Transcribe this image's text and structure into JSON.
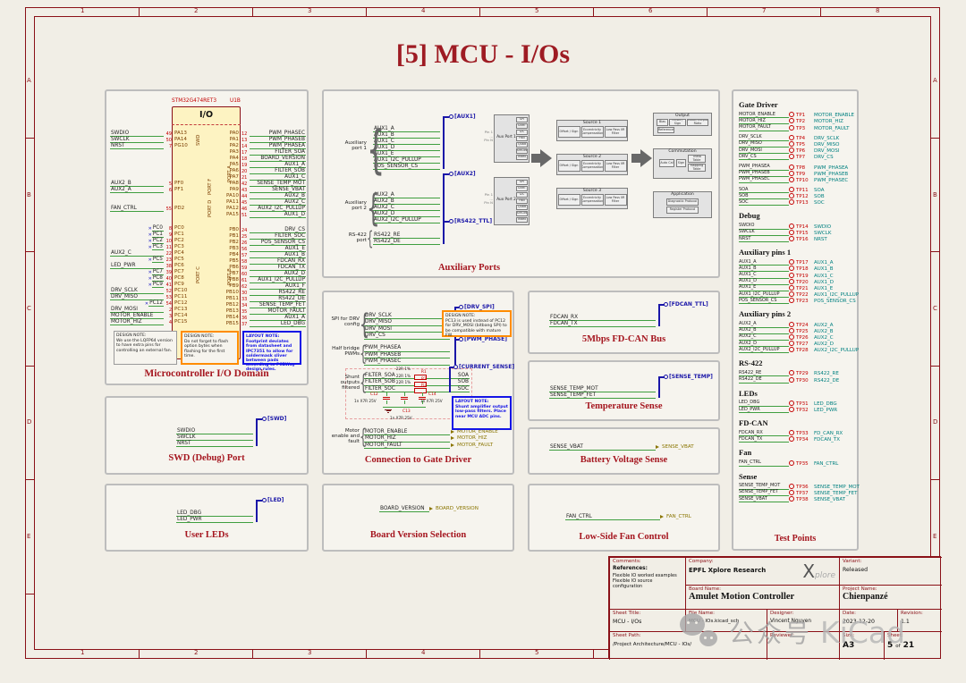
{
  "page": {
    "title": "[5] MCU - I/Os"
  },
  "frame": {
    "columns": [
      "1",
      "2",
      "3",
      "4",
      "5",
      "6",
      "7",
      "8"
    ],
    "rows": [
      "A",
      "B",
      "C",
      "D",
      "E"
    ]
  },
  "colors": {
    "wire_green": "#3f9e3f",
    "bus_blue": "#1a16a8",
    "pin_red": "#c40000",
    "title_red": "#a5161f",
    "hier_output_olive": "#8a7500",
    "tp_teal": "#008080"
  },
  "blocks": {
    "mcu": {
      "title": "Microcontroller I/O Domain"
    },
    "aux": {
      "title": "Auxiliary Ports"
    },
    "gate": {
      "title": "Connection to Gate Driver"
    },
    "swd": {
      "title": "SWD (Debug) Port"
    },
    "leds": {
      "title": "User LEDs"
    },
    "board": {
      "title": "Board Version Selection"
    },
    "fdcan": {
      "title": "5Mbps FD-CAN Bus"
    },
    "temp": {
      "title": "Temperature Sense"
    },
    "vbat": {
      "title": "Battery Voltage Sense"
    },
    "fan": {
      "title": "Low-Side Fan Control"
    },
    "tp": {
      "title": "Test Points"
    }
  },
  "mcu": {
    "part": "STM32G474RET3",
    "ref": "U1B",
    "symbol_title": "I/O",
    "left_groups": [
      {
        "label": "SWD",
        "pins": [
          [
            "SWDIO",
            "49",
            "PA13"
          ],
          [
            "SWCLK",
            "50",
            "PA14"
          ],
          [
            "NRST",
            "7",
            "PG10"
          ]
        ]
      },
      {
        "label": "PORT F",
        "pins": [
          [
            "AUX2_B",
            "5",
            "PF0"
          ],
          [
            "AUX2_A",
            "6",
            "PF1"
          ]
        ]
      },
      {
        "label": "PORT D",
        "pins": [
          [
            "FAN_CTRL",
            "55",
            "PD2"
          ]
        ]
      },
      {
        "label": "PORT C",
        "pins": [
          [
            "PC0",
            "8",
            "PC0",
            "nc"
          ],
          [
            "PC1",
            "9",
            "PC1",
            "nc"
          ],
          [
            "PC2",
            "10",
            "PC2",
            "nc"
          ],
          [
            "PC3",
            "11",
            "PC3",
            "nc"
          ],
          [
            "AUX2_C",
            "22",
            "PC4"
          ],
          [
            "PC5",
            "23",
            "PC5",
            "nc"
          ],
          [
            "LED_PWR",
            "38",
            "PC6"
          ],
          [
            "PC7",
            "39",
            "PC7",
            "nc"
          ],
          [
            "PC8",
            "40",
            "PC8",
            "nc"
          ],
          [
            "PC9",
            "41",
            "PC9",
            "nc"
          ],
          [
            "DRV_SCLK",
            "52",
            "PC10"
          ],
          [
            "DRV_MISO",
            "53",
            "PC11"
          ],
          [
            "PC12",
            "54",
            "PC12",
            "nc"
          ],
          [
            "DRV_MOSI",
            "2",
            "PC13"
          ],
          [
            "MOTOR_ENABLE",
            "3",
            "PC14"
          ],
          [
            "MOTOR_HIZ",
            "4",
            "PC15"
          ]
        ]
      }
    ],
    "right_groups": [
      {
        "label": "PORT A",
        "pins": [
          [
            "PWM_PHASEC",
            "12",
            "PA0"
          ],
          [
            "PWM_PHASEB",
            "13",
            "PA1"
          ],
          [
            "PWM_PHASEA",
            "14",
            "PA2"
          ],
          [
            "FILTER_SOA",
            "17",
            "PA3"
          ],
          [
            "BOARD_VERSION",
            "18",
            "PA4"
          ],
          [
            "AUX1_A",
            "19",
            "PA5"
          ],
          [
            "FILTER_SOB",
            "20",
            "PA6"
          ],
          [
            "AUX1_C",
            "21",
            "PA7"
          ],
          [
            "SENSE_TEMP_MOT",
            "42",
            "PA8"
          ],
          [
            "SENSE_VBAT",
            "43",
            "PA9"
          ],
          [
            "AUX2_B",
            "44",
            "PA10"
          ],
          [
            "AUX2_C",
            "45",
            "PA11"
          ],
          [
            "AUX2_I2C_PULLUP",
            "46",
            "PA12"
          ],
          [
            "AUX1_D",
            "51",
            "PA15"
          ]
        ]
      },
      {
        "label": "PORT B",
        "pins": [
          [
            "DRV_CS",
            "24",
            "PB0"
          ],
          [
            "FILTER_SOC",
            "25",
            "PB1"
          ],
          [
            "POS_SENSOR_CS",
            "26",
            "PB2"
          ],
          [
            "AUX1_E",
            "56",
            "PB3"
          ],
          [
            "AUX1_B",
            "57",
            "PB4"
          ],
          [
            "FDCAN_RX",
            "58",
            "PB5"
          ],
          [
            "FDCAN_TX",
            "59",
            "PB6"
          ],
          [
            "AUX2_D",
            "60",
            "PB7"
          ],
          [
            "AUX1_I2C_PULLUP",
            "61",
            "PB8"
          ],
          [
            "AUX1_F",
            "62",
            "PB9"
          ],
          [
            "RS422_RE",
            "30",
            "PB10"
          ],
          [
            "RS422_DE",
            "33",
            "PB11"
          ],
          [
            "SENSE_TEMP_FET",
            "34",
            "PB12"
          ],
          [
            "MOTOR_FAULT",
            "35",
            "PB13"
          ],
          [
            "AUX1_A",
            "36",
            "PB14"
          ],
          [
            "LED_DBG",
            "37",
            "PB15"
          ]
        ]
      }
    ]
  },
  "notes": {
    "mcu_grey": {
      "head": "DESIGN NOTE:",
      "body": "We use the LQFP64 version to have extra pins for controlling an external fan."
    },
    "mcu_orange": {
      "head": "DESIGN NOTE:",
      "body": "Do not forget to flash option bytes when flashing for the first time."
    },
    "mcu_blue": {
      "head": "LAYOUT NOTE:",
      "body": "Footprint deviates from datasheet and IPC7351 to allow for soldermask sliver between pads according to PCBWay design rules."
    },
    "gate_orange": {
      "head": "DESIGN NOTE:",
      "body": "PC13 is used instead of PC12 for DRV_MOSI (bitbang SPI) to be compatible with mature FW."
    },
    "gate_blue": {
      "head": "LAYOUT NOTE:",
      "body": "Shunt amplifier output low-pass filters. Place near MCU ADC pins."
    }
  },
  "aux": {
    "port1": {
      "label": "Auxiliary\nport 1",
      "bus": "[AUX1]",
      "signals": [
        "AUX1_A",
        "AUX1_B",
        "AUX1_C",
        "AUX1_D",
        "AUX1_E",
        "AUX1_I2C_PULLUP",
        "POS_SENSOR_CS"
      ]
    },
    "port2": {
      "label": "Auxiliary\nport 2",
      "bus": "[AUX2]",
      "signals": [
        "AUX2_A",
        "AUX2_B",
        "AUX2_C",
        "AUX2_D",
        "AUX2_I2C_PULLUP"
      ]
    },
    "rs422": {
      "label": "RS-422\nport",
      "bus": "[RS422_TTL]",
      "signals": [
        "RS422_RE",
        "RS422_DE"
      ]
    },
    "diagram": {
      "ports": [
        {
          "label": "Aux Port 1",
          "pin_top": "Pin 1",
          "dots": "...",
          "pin_bottom": "Pin N",
          "ifaces": [
            "SPI",
            "UART",
            "I2C",
            "Hall",
            "Quad",
            "SinCos",
            "Index"
          ]
        },
        {
          "label": "Aux Port 2",
          "pin_top": "Pin 1",
          "dots": "...",
          "pin_bottom": "Pin N",
          "ifaces": [
            "SPI",
            "UART",
            "I2C",
            "Hall",
            "Quad",
            "SinCos",
            "Index"
          ]
        }
      ],
      "sources": [
        {
          "label": "Source 1",
          "stages": [
            "Offset / Sign",
            "Eccentricity Compensation",
            "Low Pass IIR Filter"
          ]
        },
        {
          "label": "Source 2",
          "stages": [
            "Offset / Sign",
            "Eccentricity Compensation",
            "Low Pass IIR Filter"
          ]
        },
        {
          "label": "Source 3",
          "stages": [
            "Offset / Sign",
            "Eccentricity Compensation",
            "Low Pass IIR Filter"
          ]
        }
      ],
      "output": {
        "label": "Output",
        "cells": [
          "Bias",
          "Offset / Sign",
          "Motor/Output Ratio",
          "Reference"
        ]
      },
      "commutation": {
        "label": "Commutation",
        "cells": [
          "Auto Cal",
          "Sign",
          "Theta Table",
          "Mapping Table"
        ]
      },
      "application": {
        "label": "Application",
        "cells": [
          "Diagnostic Protocol",
          "Register Protocol"
        ]
      }
    }
  },
  "gate": {
    "spi": {
      "label": "SPI for DRV\nconfig",
      "bus": "[DRV_SPI]",
      "signals": [
        "DRV_SCLK",
        "DRV_MISO",
        "DRV_MOSI",
        "DRV_CS"
      ]
    },
    "pwm": {
      "label": "Half bridge\nPWMs",
      "bus": "[PWM_PHASE]",
      "signals": [
        "PWM_PHASEA",
        "PWM_PHASEB",
        "PWM_PHASEC"
      ]
    },
    "shunt": {
      "label": "Shunt\noutputs\nfiltered",
      "bus": "[CURRENT_SENSE]",
      "rows": [
        {
          "net": "FILTER_SOA",
          "val": "22R 1%",
          "ref": "R1",
          "out": "SOA"
        },
        {
          "net": "FILTER_SOB",
          "val": "22R 1%",
          "ref": "R2",
          "out": "SOB"
        },
        {
          "net": "FILTER_SOC",
          "val": "22R 1%",
          "ref": "R3",
          "out": "SOC"
        }
      ],
      "caps": [
        {
          "ref": "C12",
          "val": "1n X7R 25V"
        },
        {
          "ref": "C13",
          "val": "1n X7R 25V"
        },
        {
          "ref": "C14",
          "val": "1n X7R 25V"
        }
      ]
    },
    "motor": {
      "label": "Motor\nenable and\nfault",
      "signals": [
        "MOTOR_ENABLE",
        "MOTOR_HIZ",
        "MOTOR_FAULT"
      ],
      "outputs": [
        "MOTOR_ENABLE",
        "MOTOR_HIZ",
        "MOTOR_FAULT"
      ]
    }
  },
  "swd": {
    "signals": [
      "SWDIO",
      "SWCLK",
      "NRST"
    ],
    "bus": "[SWD]"
  },
  "leds": {
    "signals": [
      "LED_DBG",
      "LED_PWR"
    ],
    "bus": "[LED]"
  },
  "board": {
    "signal": "BOARD_VERSION",
    "out": "BOARD_VERSION"
  },
  "fdcan": {
    "signals": [
      "FDCAN_RX",
      "FDCAN_TX"
    ],
    "bus": "[FDCAN_TTL]"
  },
  "temp": {
    "signals": [
      "SENSE_TEMP_MOT",
      "SENSE_TEMP_FET"
    ],
    "bus": "[SENSE_TEMP]"
  },
  "vbat": {
    "signal": "SENSE_VBAT",
    "out": "SENSE_VBAT"
  },
  "fan": {
    "signal": "FAN_CTRL",
    "out": "FAN_CTRL"
  },
  "testpoints": {
    "title": "Test Points",
    "groups": [
      {
        "name": "Gate Driver",
        "clusters": [
          [
            [
              "MOTOR_ENABLE",
              "TP1",
              "MOTOR_ENABLE"
            ],
            [
              "MOTOR_HIZ",
              "TP2",
              "MOTOR_HIZ"
            ],
            [
              "MOTOR_FAULT",
              "TP3",
              "MOTOR_FAULT"
            ]
          ],
          [
            [
              "DRV_SCLK",
              "TP4",
              "DRV_SCLK"
            ],
            [
              "DRV_MISO",
              "TP5",
              "DRV_MISO"
            ],
            [
              "DRV_MOSI",
              "TP6",
              "DRV_MOSI"
            ],
            [
              "DRV_CS",
              "TP7",
              "DRV_CS"
            ]
          ],
          [
            [
              "PWM_PHASEA",
              "TP8",
              "PWM_PHASEA"
            ],
            [
              "PWM_PHASEB",
              "TP9",
              "PWM_PHASEB"
            ],
            [
              "PWM_PHASEC",
              "TP10",
              "PWM_PHASEC"
            ]
          ],
          [
            [
              "SOA",
              "TP11",
              "SOA"
            ],
            [
              "SOB",
              "TP12",
              "SOB"
            ],
            [
              "SOC",
              "TP13",
              "SOC"
            ]
          ]
        ]
      },
      {
        "name": "Debug",
        "clusters": [
          [
            [
              "SWDIO",
              "TP14",
              "SWDIO"
            ],
            [
              "SWCLK",
              "TP15",
              "SWCLK"
            ],
            [
              "NRST",
              "TP16",
              "NRST"
            ]
          ]
        ]
      },
      {
        "name": "Auxiliary pins 1",
        "clusters": [
          [
            [
              "AUX1_A",
              "TP17",
              "AUX1_A"
            ],
            [
              "AUX1_B",
              "TP18",
              "AUX1_B"
            ],
            [
              "AUX1_C",
              "TP19",
              "AUX1_C"
            ],
            [
              "AUX1_D",
              "TP20",
              "AUX1_D"
            ],
            [
              "AUX1_E",
              "TP21",
              "AUX1_E"
            ],
            [
              "AUX1_I2C_PULLUP",
              "TP22",
              "AUX1_I2C_PULLUP"
            ],
            [
              "POS_SENSOR_CS",
              "TP23",
              "POS_SENSOR_CS"
            ]
          ]
        ]
      },
      {
        "name": "Auxiliary pins 2",
        "clusters": [
          [
            [
              "AUX2_A",
              "TP24",
              "AUX2_A"
            ],
            [
              "AUX2_B",
              "TP25",
              "AUX2_B"
            ],
            [
              "AUX2_C",
              "TP26",
              "AUX2_C"
            ],
            [
              "AUX2_D",
              "TP27",
              "AUX2_D"
            ],
            [
              "AUX2_I2C_PULLUP",
              "TP28",
              "AUX2_I2C_PULLUP"
            ]
          ]
        ]
      },
      {
        "name": "RS-422",
        "clusters": [
          [
            [
              "RS422_RE",
              "TP29",
              "RS422_RE"
            ],
            [
              "RS422_DE",
              "TP30",
              "RS422_DE"
            ]
          ]
        ]
      },
      {
        "name": "LEDs",
        "clusters": [
          [
            [
              "LED_DBG",
              "TP31",
              "LED_DBG"
            ],
            [
              "LED_PWR",
              "TP32",
              "LED_PWR"
            ]
          ]
        ]
      },
      {
        "name": "FD-CAN",
        "clusters": [
          [
            [
              "FDCAN_RX",
              "TP33",
              "FD_CAN_RX"
            ],
            [
              "FDCAN_TX",
              "TP34",
              "FDCAN_TX"
            ]
          ]
        ]
      },
      {
        "name": "Fan",
        "clusters": [
          [
            [
              "FAN_CTRL",
              "TP35",
              "FAN_CTRL"
            ]
          ]
        ]
      },
      {
        "name": "Sense",
        "clusters": [
          [
            [
              "SENSE_TEMP_MOT",
              "TP36",
              "SENSE_TEMP_MOT"
            ],
            [
              "SENSE_TEMP_FET",
              "TP37",
              "SENSE_TEMP_FET"
            ],
            [
              "SENSE_VBAT",
              "TP38",
              "SENSE_VBAT"
            ]
          ]
        ]
      }
    ]
  },
  "titleblock": {
    "comments_label": "Comments:",
    "references_label": "References:",
    "comment_lines": [
      "Flexible IO worked examples",
      "Flexible IO source configuration"
    ],
    "company_label": "Company:",
    "company": "EPFL Xplore Research",
    "logo": "Xplore",
    "variant_label": "Variant:",
    "variant": "Released",
    "board_label": "Board Name:",
    "board": "Amulet Motion Controller",
    "project_label": "Project Name:",
    "project": "Chienpanzé",
    "sheet_title_label": "Sheet Title:",
    "sheet_title": "MCU - I/Os",
    "file_label": "File Name:",
    "file": "MCU - IOs.kicad_sch",
    "designer_label": "Designer:",
    "designer": "Vincent Nguyen",
    "date_label": "Date:",
    "date": "2023-12-20",
    "rev_label": "Revision:",
    "rev": "1.1",
    "path_label": "Sheet Path:",
    "path": "/Project Architecture/MCU - IOs/",
    "reviewer_label": "Reviewer:",
    "reviewer": "",
    "size_label": "Size:",
    "size": "A3",
    "sheet_label": "Sheet:",
    "sheet_number": "5",
    "sheet_of": "of",
    "sheet_total": "21"
  },
  "watermark": {
    "cn": "公众号",
    "brand": "KiCad"
  }
}
